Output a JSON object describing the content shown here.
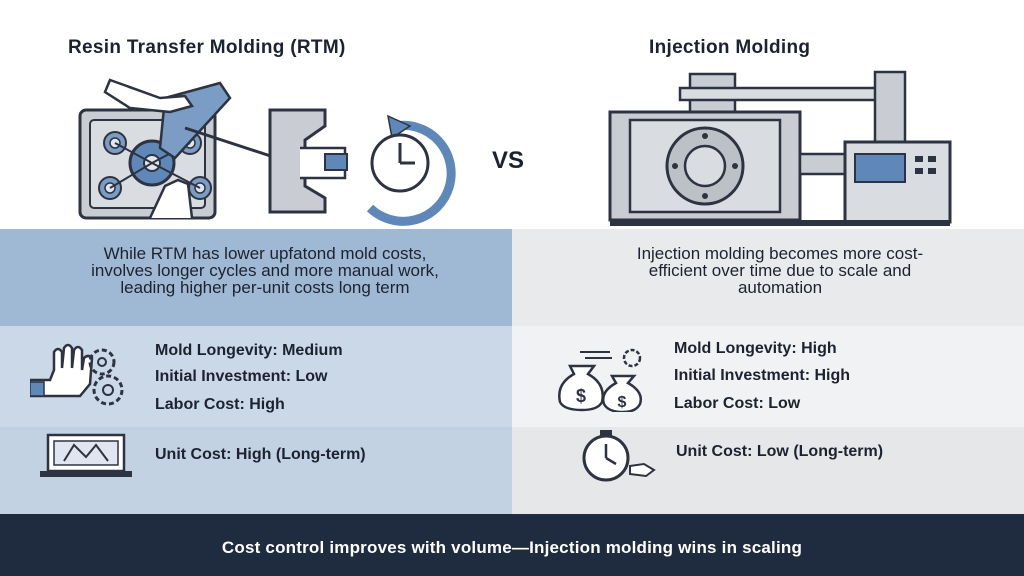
{
  "rtm": {
    "title": "Resin Transfer Molding (RTM)",
    "description": "While RTM has lower upfatond mold costs, involves longer cycles and more manual work, leading higher per-unit costs long term",
    "metrics": {
      "longevity": "Mold Longevity: Medium",
      "investment": "Initial Investment: Low",
      "labor": "Labor Cost: High"
    },
    "unit_cost": "Unit Cost: High (Long-term)",
    "icons": [
      "mold-press-icon",
      "hand-icon",
      "cycle-arrow-icon",
      "clock-icon",
      "gear-icon",
      "monitor-icon"
    ]
  },
  "vs_label": "VS",
  "injection": {
    "title": "Injection Molding",
    "description": "Injection molding becomes more cost-efficient over time due to scale and automation",
    "metrics": {
      "longevity": "Mold Longevity: High",
      "investment": "Initial Investment: High",
      "labor": "Labor Cost: Low"
    },
    "unit_cost": "Unit Cost: Low (Long-term)",
    "icons": [
      "injection-machine-icon",
      "money-bag-icon",
      "stopwatch-icon"
    ]
  },
  "footer": {
    "text": "Cost control improves with volume—Injection molding wins in scaling"
  },
  "colors": {
    "left_desc_bg": "#9fb9d4",
    "left_metrics_bg": "#cad8e7",
    "right_desc_bg": "#e9eaec",
    "footer_bg": "#1f2b3f",
    "accent_blue": "#5f88b8"
  }
}
